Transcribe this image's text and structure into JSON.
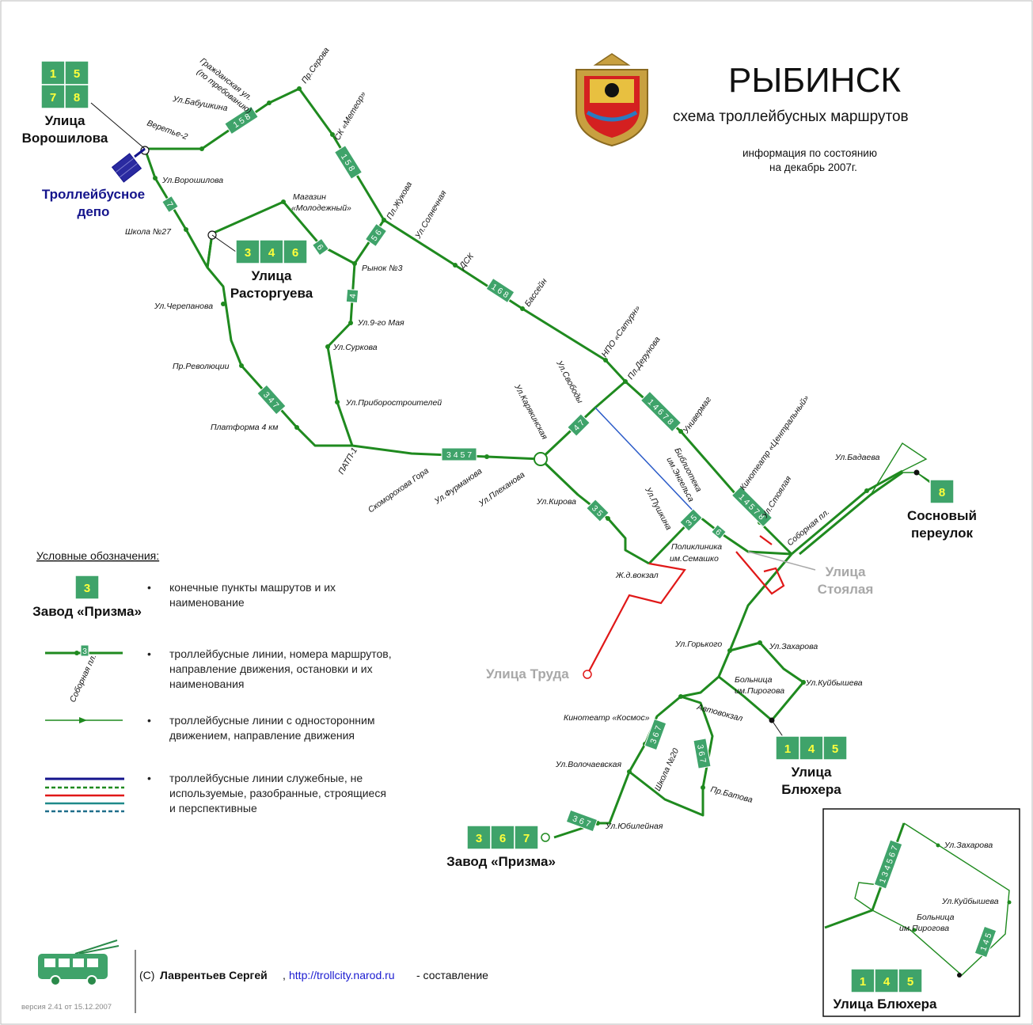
{
  "title": "РЫБИНСК",
  "subtitle": "схема троллейбусных маршрутов",
  "info_line1": "информация по состоянию",
  "info_line2": "на декабрь 2007г.",
  "depot_line1": "Троллейбусное",
  "depot_line2": "депо",
  "terminals": {
    "voroshilova": {
      "line1": "Улица",
      "line2": "Ворошилова",
      "routes": [
        "1",
        "5",
        "7",
        "8"
      ]
    },
    "rastorgueva": {
      "line1": "Улица",
      "line2": "Расторгуева",
      "routes": [
        "3",
        "4",
        "6"
      ]
    },
    "sosnovy": {
      "line1": "Сосновый",
      "line2": "переулок",
      "routes": [
        "8"
      ]
    },
    "stoyalaya": {
      "line1": "Улица",
      "line2": "Стоялая"
    },
    "truda": {
      "line1": "Улица Труда"
    },
    "blyukhera": {
      "line1": "Улица",
      "line2": "Блюхера",
      "routes": [
        "1",
        "4",
        "5"
      ]
    },
    "prizma": {
      "line1": "Завод «Призма»",
      "routes": [
        "3",
        "6",
        "7"
      ]
    },
    "inset_blyukhera": {
      "line1": "Улица Блюхера",
      "routes": [
        "1",
        "4",
        "5"
      ]
    }
  },
  "stops": {
    "grazhdanskaya": "Гражданская ул.",
    "grazhdanskaya2": "(по требованию)",
    "serova": "Пр.Серова",
    "babushkina": "Ул.Бабушкина",
    "veretie": "Веретье-2",
    "voroshilova": "Ул.Ворошилова",
    "meteor": "СК «Метеор»",
    "zhukova": "Пл.Жукова",
    "solnechnaya": "Ул.Солнечная",
    "magazin": "Магазин",
    "molodezhny": "«Молодежный»",
    "shkola27": "Школа №27",
    "rynok3": "Рынок №3",
    "dsk": "ДСК",
    "basseyn": "Бассейн",
    "cherepanova": "Ул.Черепанова",
    "may9": "Ул.9-го Мая",
    "surkova": "Ул.Суркова",
    "saturn": "НПО «Сатурн»",
    "revolyucii": "Пр.Революции",
    "derunova": "Пл.Дерунова",
    "svobody": "Ул.Свободы",
    "karyakinskaya": "Ул.Карякинская",
    "priborostroiteley": "Ул.Приборостроителей",
    "univermag": "Универмаг",
    "platforma": "Платформа 4 км",
    "patp": "ПАТП-1",
    "skomorokhova": "Скоморохова Гора",
    "furmanova": "Ул.Фурманова",
    "plekhanova": "Ул.Плеханова",
    "kirova": "Ул.Кирова",
    "biblioteka1": "Библиотека",
    "biblioteka2": "им.Энгельса",
    "pushkina": "Ул.Пушкина",
    "centralny": "Кинотеатр «Центральный»",
    "stoyalaya_stop": "Ул.Стоялая",
    "sobornaya": "Соборная пл.",
    "badaeva": "Ул.Бадаева",
    "poliklinika1": "Поликлиника",
    "poliklinika2": "им.Семашко",
    "vokzal": "Ж.д.вокзал",
    "gorkogo": "Ул.Горького",
    "zakharova": "Ул.Захарова",
    "bolnica1": "Больница",
    "bolnica2": "им.Пирогова",
    "kuybysheva": "Ул.Куйбышева",
    "kosmos": "Кинотеатр «Космос»",
    "avtovokzal": "Автовокзал",
    "shkola20": "Школа №20",
    "volochaevskaya": "Ул.Волочаевская",
    "batova": "Пр.Батова",
    "yubileynaya": "Ул.Юбилейная"
  },
  "route_tags": {
    "babushkina": "1 5 8",
    "meteor": "1 5 8",
    "voroshilova": "7",
    "zhukova": "5 6",
    "magazin": "6",
    "rynok": "4",
    "basseyn": "1 6 8",
    "platforma": "3 4 7",
    "skomorokhova": "3 4 5 7",
    "svobody": "4 7",
    "kirova": "3 5",
    "derunova": "1 4 6 7 8",
    "pushkina": "3 5",
    "poliklinika": "6",
    "centralny": "1 4 5 7 8",
    "kosmos": "3 6 7",
    "shkola20": "3 6 7",
    "yubileynaya": "3 6 7",
    "inset_main": "1 3 4 5 6 7",
    "inset_side": "1 4 5"
  },
  "legend": {
    "heading": "Условные обозначения:",
    "terminal_example_route": "3",
    "terminal_example_name": "Завод «Призма»",
    "item1": [
      "конечные пункты машрутов и их",
      "наименование"
    ],
    "line_example_stop": "Соборная пл.",
    "line_example_route": "3",
    "item2": [
      "троллейбусные линии, номера маршрутов,",
      "направление движения, остановки и их",
      "наименования"
    ],
    "item3": [
      "троллейбусные линии с односторонним",
      "движением, направление движения"
    ],
    "item4": [
      "троллейбусные линии служебные, не",
      "используемые, разобранные, строящиеся",
      "и перспективные"
    ],
    "colors": {
      "service": "#14148c",
      "unused": "#1f8a1f",
      "dismantled": "#e01818",
      "building": "#1f8a8a",
      "planned": "#1f6e8a"
    }
  },
  "inset": {
    "zakharova": "Ул.Захарова",
    "kuybysheva": "Ул.Куйбышева",
    "bolnica1": "Больница",
    "bolnica2": "им.Пирогова"
  },
  "credit": {
    "prefix": "(С)",
    "author": "Лаврентьев Сергей",
    "url": "http://trollcity.narod.ru",
    "suffix": "- составление",
    "version": "версия 2.41 от 15.12.2007"
  },
  "colors": {
    "line": "#1f8a1f",
    "terminal_box": "#3fa36a",
    "terminal_digits": "#ffff3c",
    "red_line": "#e01818",
    "depot": "#14148c",
    "grey_terminal": "#a8a8a8"
  },
  "icons": [
    "coat-of-arms-icon",
    "trolleybus-icon",
    "depot-building-icon"
  ]
}
